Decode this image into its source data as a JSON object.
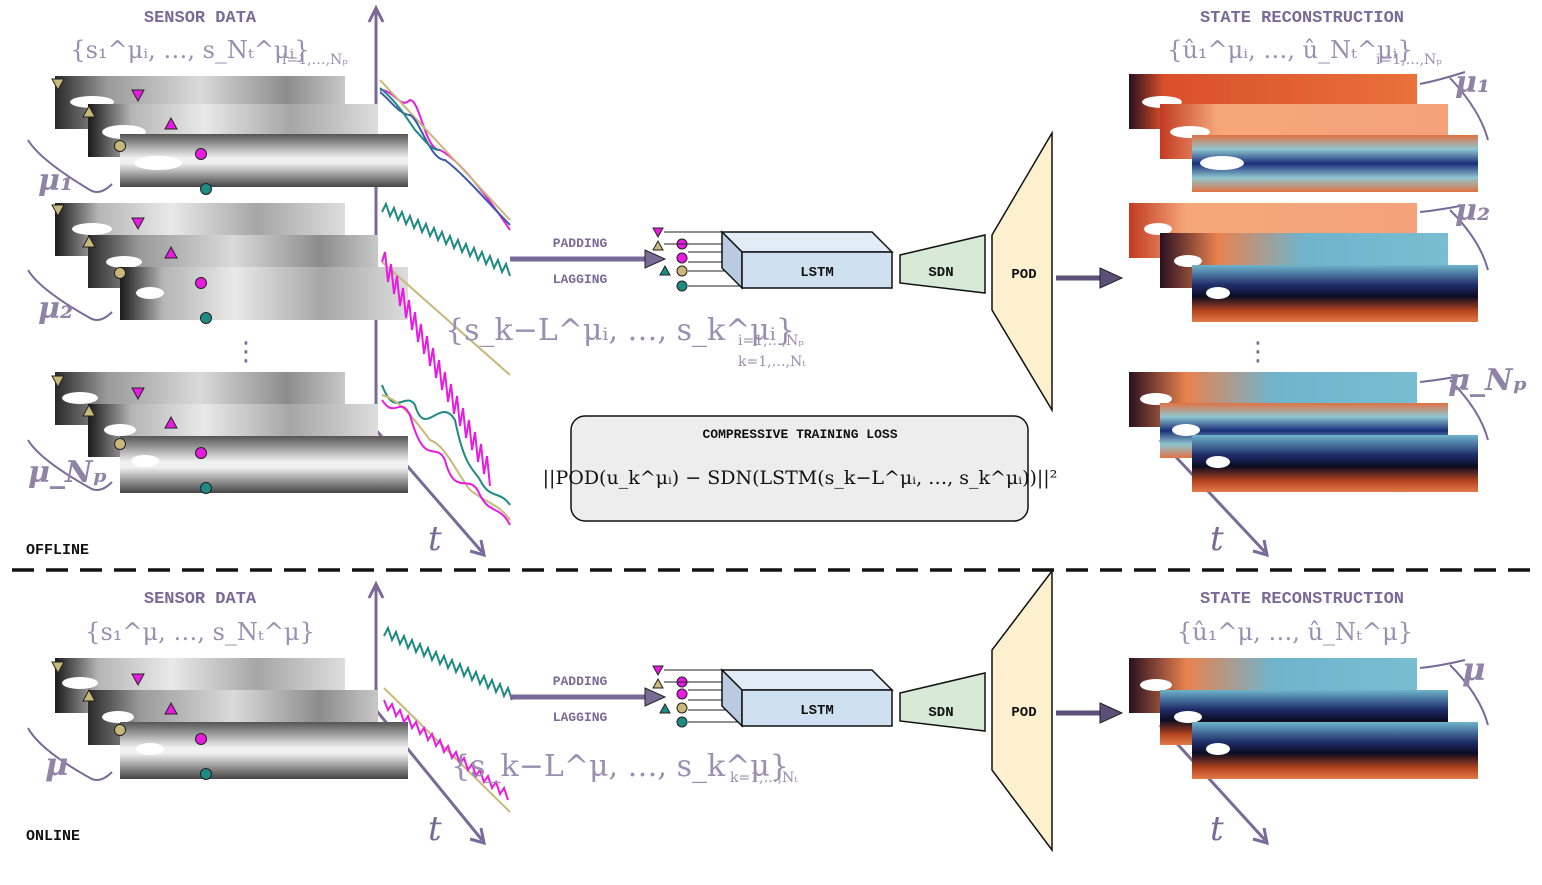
{
  "offline": {
    "sensor_title": "SENSOR DATA",
    "sensor_set": "{s₁^μᵢ, …, s_Nₜ^μᵢ}",
    "sensor_set_sub": "i=1,…,Nₚ",
    "param_labels": [
      "μ₁",
      "μ₂",
      "μ_Nₚ"
    ],
    "time_label": "t",
    "padding_label": "PADDING",
    "lagging_label": "LAGGING",
    "lag_set": "{s_k−L^μᵢ, …, s_k^μᵢ}",
    "lag_set_sub1": "i=1,…,Nₚ",
    "lag_set_sub2": "k=1,…,Nₜ",
    "lstm_label": "LSTM",
    "sdn_label": "SDN",
    "pod_label": "POD",
    "recon_title": "STATE RECONSTRUCTION",
    "recon_set": "{û₁^μᵢ, …, û_Nₜ^μᵢ}",
    "recon_set_sub": "i=1,…,Nₚ",
    "recon_param_labels": [
      "μ₁",
      "μ₂",
      "μ_Nₚ"
    ],
    "loss_title": "COMPRESSIVE TRAINING LOSS",
    "loss_formula": "||POD(u_k^μᵢ) − SDN(LSTM(s_k−L^μᵢ, …, s_k^μᵢ))||²",
    "phase_label": "OFFLINE"
  },
  "online": {
    "sensor_title": "SENSOR DATA",
    "sensor_set": "{s₁^μ, …, s_Nₜ^μ}",
    "param_label": "μ",
    "time_label": "t",
    "padding_label": "PADDING",
    "lagging_label": "LAGGING",
    "lag_set": "{s_k−L^μ, …, s_k^μ}",
    "lag_set_sub": "k=1,…,Nₜ",
    "lstm_label": "LSTM",
    "sdn_label": "SDN",
    "pod_label": "POD",
    "recon_title": "STATE RECONSTRUCTION",
    "recon_set": "{û₁^μ, …, û_Nₜ^μ}",
    "recon_param_label": "μ",
    "phase_label": "ONLINE"
  },
  "colors": {
    "accent_purple": "#7a6a98",
    "sensor_magenta": "#e81ce0",
    "sensor_teal": "#1f8a84",
    "sensor_olive": "#c9b87a",
    "sensor_navy": "#3b5aa8",
    "lstm_fill": "#cfe0f0",
    "sdn_fill": "#d7ead7",
    "pod_fill": "#fdf0cf",
    "loss_box_fill": "#ededed"
  },
  "icons": {
    "sensor_markers": [
      "triangle-down-icon",
      "triangle-up-icon",
      "circle-icon"
    ]
  }
}
